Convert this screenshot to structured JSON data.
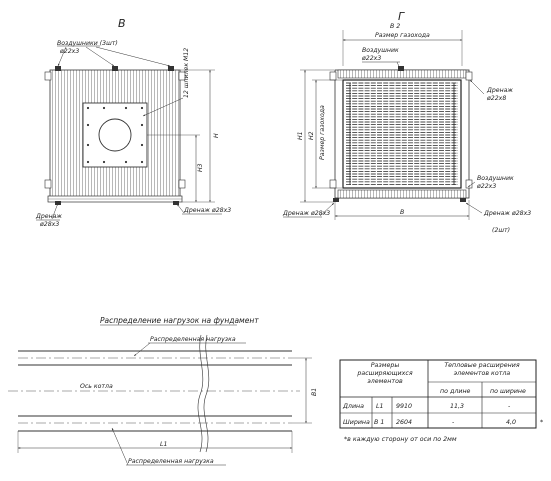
{
  "view_v": {
    "title": "В",
    "vents_label": "Воздушники (3шт)",
    "vents_size": "ø22x3",
    "studs_label": "12 шпилек M12",
    "dim_h": "H",
    "dim_h3": "H3",
    "drain_left_label": "Дренаж",
    "drain_left_size": "ø28x3",
    "drain_right_label": "Дренаж ø28x3"
  },
  "view_g": {
    "title": "Г",
    "dim_b2": "B 2",
    "gas_size_label": "Размер газохода",
    "vent_label": "Воздушник",
    "vent_size": "ø22x3",
    "drain_top_right_label": "Дренаж",
    "drain_top_right_size": "ø22x8",
    "dim_h1": "H1",
    "dim_h2": "H2",
    "gas_size_vertical": "Размер газохода",
    "vent_right_label": "Воздушник",
    "vent_right_size": "ø22x3",
    "drain_left_label": "Дренаж ø28x3",
    "dim_b": "B",
    "drain_right_label": "Дренаж ø28x3",
    "drain_right_count": "(2шт)"
  },
  "foundation": {
    "title": "Распределение нагрузок на фундамент",
    "distributed_load_top": "Распределенная нагрузка",
    "distributed_load_bottom": "Распределенная нагрузка",
    "boiler_axis": "Ось котла",
    "dim_b1": "B1",
    "dim_l1": "L1"
  },
  "table": {
    "h_sizes": "Размеры расширяющихся элементов",
    "h_expansion": "Тепловые расширения элементов котла",
    "h_len": "по длине",
    "h_wid": "по ширине",
    "rows": [
      {
        "name": "Длина",
        "sym": "L1",
        "val": "9910",
        "len": "11,3",
        "wid": "-"
      },
      {
        "name": "Ширина",
        "sym": "B 1",
        "val": "2604",
        "len": "-",
        "wid": "4,0"
      }
    ],
    "star": "*",
    "note": "*в каждую сторону от оси по 2мм"
  }
}
